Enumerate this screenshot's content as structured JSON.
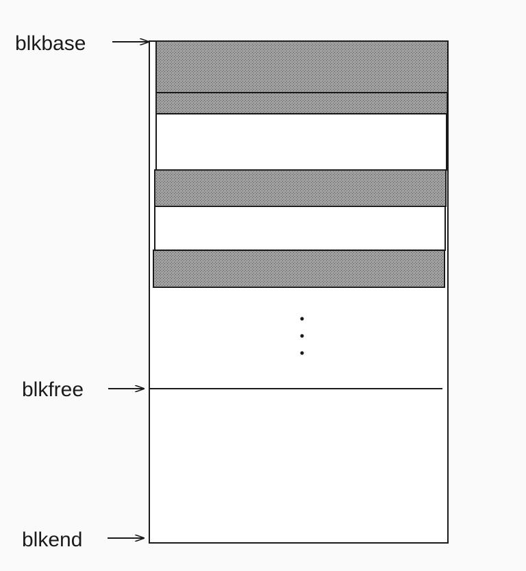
{
  "labels": {
    "base": "blkbase",
    "free": "blkfree",
    "end": "blkend"
  },
  "colors": {
    "ink": "#1a1a1a",
    "background": "#fafafa",
    "shaded_fill": "#8f8f8f",
    "empty_fill": "#ffffff"
  },
  "ellipsis": "⋮"
}
